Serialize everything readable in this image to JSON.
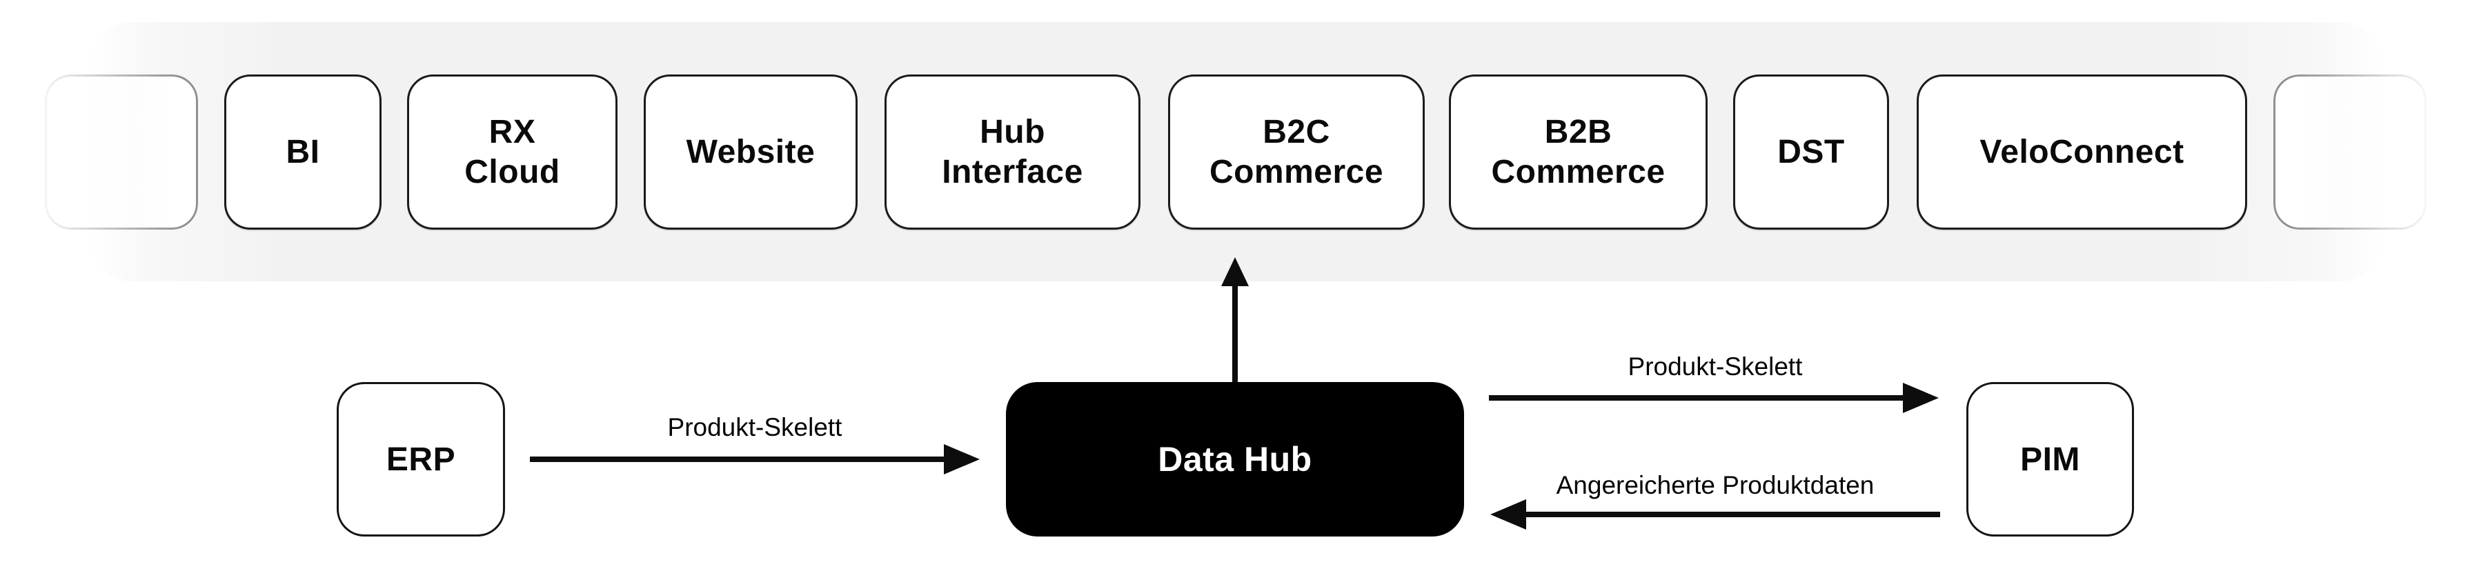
{
  "top_row": {
    "items": [
      {
        "id": "ghost-left",
        "lines": []
      },
      {
        "id": "bi",
        "lines": [
          "BI"
        ]
      },
      {
        "id": "rx-cloud",
        "lines": [
          "RX",
          "Cloud"
        ]
      },
      {
        "id": "website",
        "lines": [
          "Website"
        ]
      },
      {
        "id": "hub-interface",
        "lines": [
          "Hub",
          "Interface"
        ]
      },
      {
        "id": "b2c-commerce",
        "lines": [
          "B2C",
          "Commerce"
        ]
      },
      {
        "id": "b2b-commerce",
        "lines": [
          "B2B",
          "Commerce"
        ]
      },
      {
        "id": "dst",
        "lines": [
          "DST"
        ]
      },
      {
        "id": "veloconnect",
        "lines": [
          "VeloConnect"
        ]
      },
      {
        "id": "ghost-right",
        "lines": []
      }
    ]
  },
  "nodes": {
    "erp": {
      "label": "ERP"
    },
    "data_hub": {
      "label": "Data Hub"
    },
    "pim": {
      "label": "PIM"
    }
  },
  "edges": {
    "erp_to_datahub": {
      "label": "Produkt-Skelett",
      "direction": "right"
    },
    "datahub_to_channels": {
      "label": "",
      "direction": "up"
    },
    "datahub_to_pim": {
      "label": "Produkt-Skelett",
      "direction": "right"
    },
    "pim_to_datahub": {
      "label": "Angereicherte Produktdaten",
      "direction": "left"
    }
  },
  "colors": {
    "background": "#ffffff",
    "strip_background": "#f2f2f3",
    "box_background": "#ffffff",
    "box_border": "#1b1b1b",
    "ghost_border": "#8f8f8f",
    "hub_background": "#000000",
    "hub_text": "#ffffff",
    "arrow": "#0d0d0d",
    "label_text": "#050505"
  }
}
